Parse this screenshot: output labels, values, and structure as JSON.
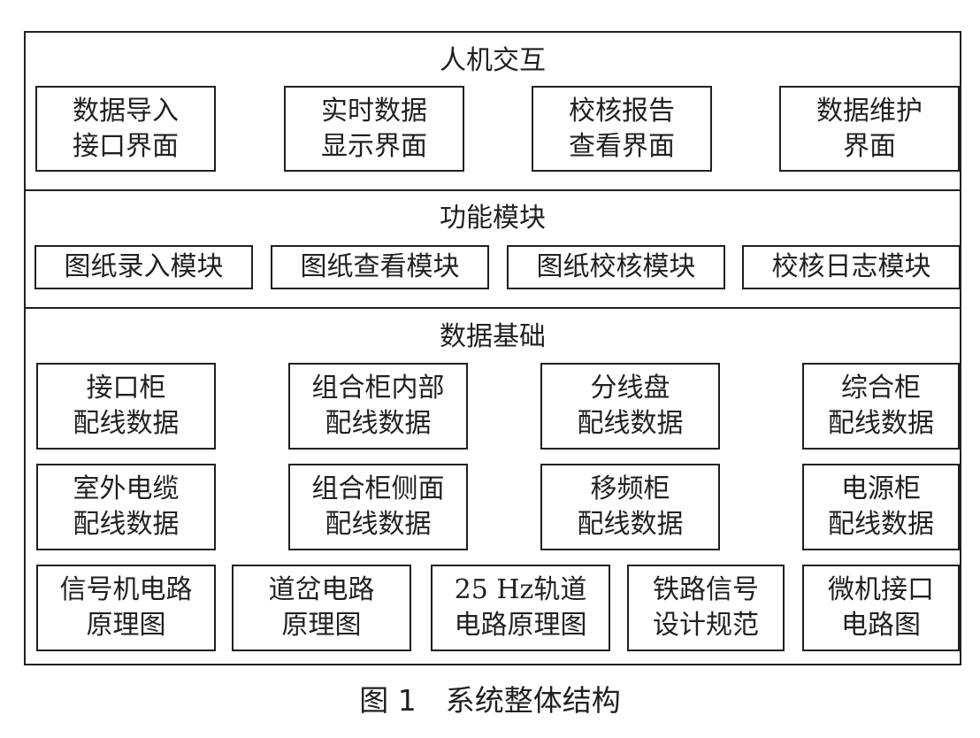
{
  "sections": {
    "hci": {
      "title": "人机交互",
      "boxes": [
        [
          "数据导入",
          "接口界面"
        ],
        [
          "实时数据",
          "显示界面"
        ],
        [
          "校核报告",
          "查看界面"
        ],
        [
          "数据维护",
          "界面"
        ]
      ]
    },
    "func": {
      "title": "功能模块",
      "boxes": [
        "图纸录入模块",
        "图纸查看模块",
        "图纸校核模块",
        "校核日志模块"
      ]
    },
    "data": {
      "title": "数据基础",
      "row1": [
        [
          "接口柜",
          "配线数据"
        ],
        [
          "组合柜内部",
          "配线数据"
        ],
        [
          "分线盘",
          "配线数据"
        ],
        [
          "综合柜",
          "配线数据"
        ]
      ],
      "row2": [
        [
          "室外电缆",
          "配线数据"
        ],
        [
          "组合柜侧面",
          "配线数据"
        ],
        [
          "移频柜",
          "配线数据"
        ],
        [
          "电源柜",
          "配线数据"
        ]
      ],
      "row3": [
        [
          "信号机电路",
          "原理图"
        ],
        [
          "道岔电路",
          "原理图"
        ],
        [
          "25 Hz轨道",
          "电路原理图"
        ],
        [
          "铁路信号",
          "设计规范"
        ],
        [
          "微机接口",
          "电路图"
        ]
      ]
    }
  },
  "caption": "图 1　系统整体结构"
}
